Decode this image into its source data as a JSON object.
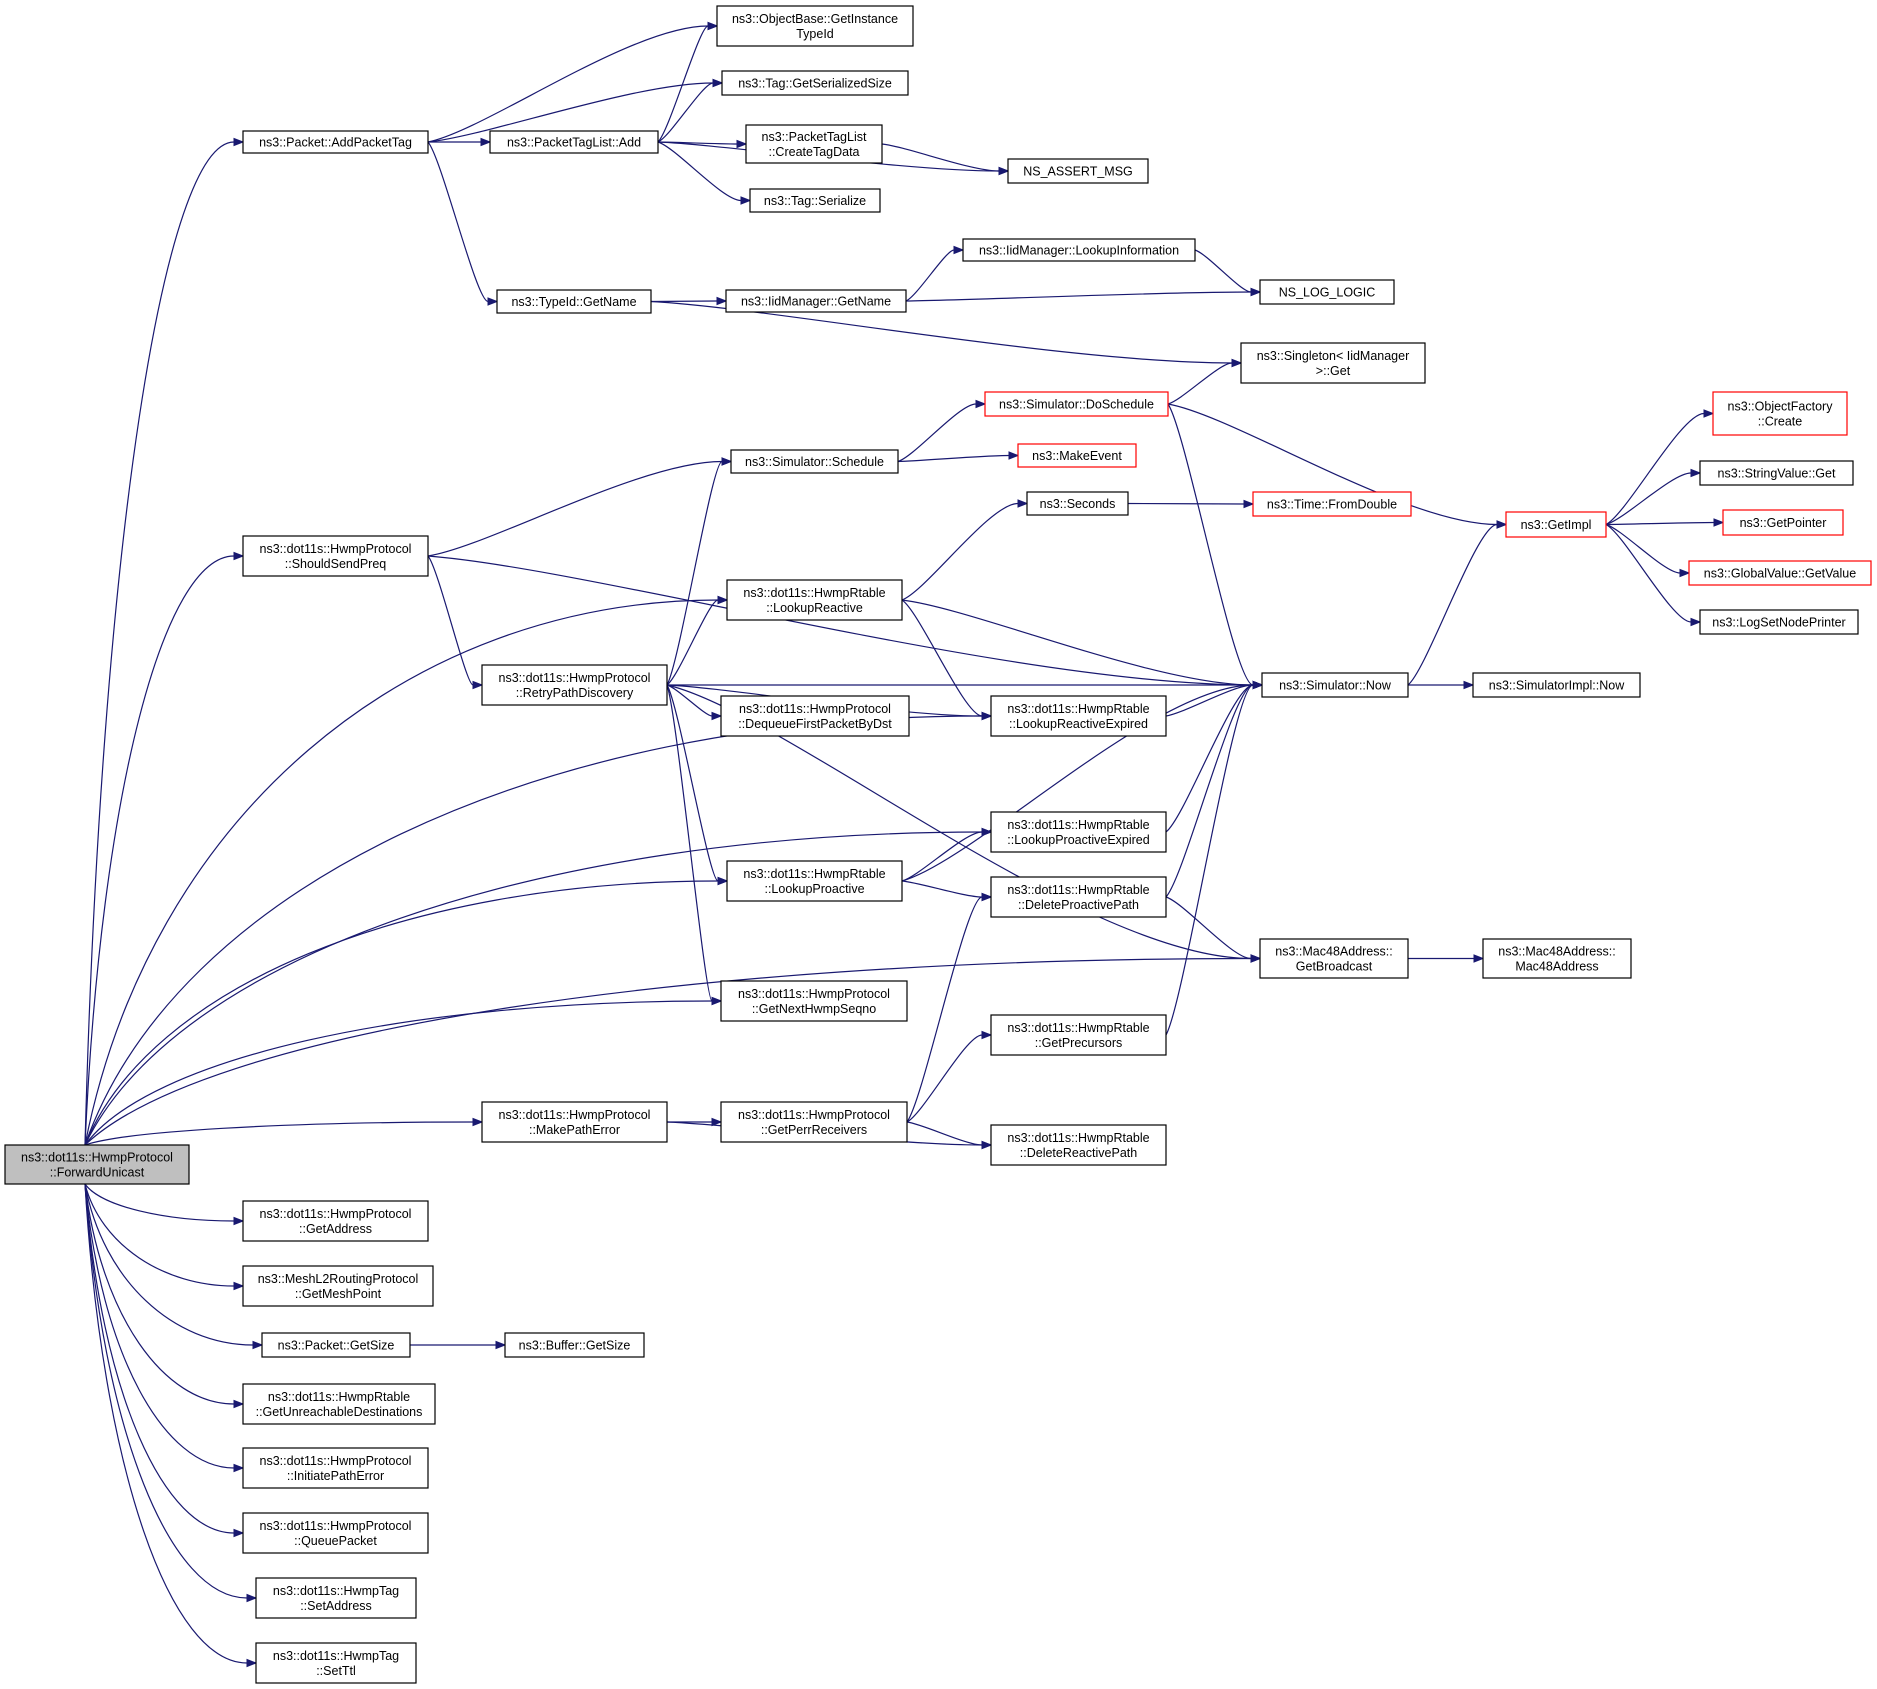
{
  "colors": {
    "edge": "#191970",
    "red_border": "#ff0000",
    "root_fill": "#bfbfbf"
  },
  "nodes": [
    {
      "id": "fwd",
      "lines": [
        "ns3::dot11s::HwmpProtocol",
        "::ForwardUnicast"
      ],
      "root": true
    },
    {
      "id": "addpkt",
      "lines": [
        "ns3::Packet::AddPacketTag"
      ]
    },
    {
      "id": "getinst",
      "lines": [
        "ns3::ObjectBase::GetInstance",
        "TypeId"
      ]
    },
    {
      "id": "tagser",
      "lines": [
        "ns3::Tag::GetSerializedSize"
      ]
    },
    {
      "id": "ptladd",
      "lines": [
        "ns3::PacketTagList::Add"
      ]
    },
    {
      "id": "ptlcreate",
      "lines": [
        "ns3::PacketTagList",
        "::CreateTagData"
      ]
    },
    {
      "id": "assert",
      "lines": [
        "NS_ASSERT_MSG"
      ]
    },
    {
      "id": "tagserialize",
      "lines": [
        "ns3::Tag::Serialize"
      ]
    },
    {
      "id": "lookupinfo",
      "lines": [
        "ns3::IidManager::LookupInformation"
      ]
    },
    {
      "id": "typename",
      "lines": [
        "ns3::TypeId::GetName"
      ]
    },
    {
      "id": "iidname",
      "lines": [
        "ns3::IidManager::GetName"
      ]
    },
    {
      "id": "loglogic",
      "lines": [
        "NS_LOG_LOGIC"
      ]
    },
    {
      "id": "singleton",
      "lines": [
        "ns3::Singleton< IidManager",
        ">::Get"
      ]
    },
    {
      "id": "dosched",
      "lines": [
        "ns3::Simulator::DoSchedule"
      ],
      "red": true
    },
    {
      "id": "objfact",
      "lines": [
        "ns3::ObjectFactory",
        "::Create"
      ],
      "red": true
    },
    {
      "id": "schedule",
      "lines": [
        "ns3::Simulator::Schedule"
      ]
    },
    {
      "id": "makeevent",
      "lines": [
        "ns3::MakeEvent"
      ],
      "red": true
    },
    {
      "id": "stringget",
      "lines": [
        "ns3::StringValue::Get"
      ]
    },
    {
      "id": "seconds",
      "lines": [
        "ns3::Seconds"
      ]
    },
    {
      "id": "fromdouble",
      "lines": [
        "ns3::Time::FromDouble"
      ],
      "red": true
    },
    {
      "id": "getimpl",
      "lines": [
        "ns3::GetImpl"
      ],
      "red": true
    },
    {
      "id": "getpointer",
      "lines": [
        "ns3::GetPointer"
      ],
      "red": true
    },
    {
      "id": "shouldsend",
      "lines": [
        "ns3::dot11s::HwmpProtocol",
        "::ShouldSendPreq"
      ]
    },
    {
      "id": "globalval",
      "lines": [
        "ns3::GlobalValue::GetValue"
      ],
      "red": true
    },
    {
      "id": "lookupreactive",
      "lines": [
        "ns3::dot11s::HwmpRtable",
        "::LookupReactive"
      ]
    },
    {
      "id": "lognode",
      "lines": [
        "ns3::LogSetNodePrinter"
      ]
    },
    {
      "id": "retry",
      "lines": [
        "ns3::dot11s::HwmpProtocol",
        "::RetryPathDiscovery"
      ]
    },
    {
      "id": "dequeue",
      "lines": [
        "ns3::dot11s::HwmpProtocol",
        "::DequeueFirstPacketByDst"
      ]
    },
    {
      "id": "lookupreactexp",
      "lines": [
        "ns3::dot11s::HwmpRtable",
        "::LookupReactiveExpired"
      ]
    },
    {
      "id": "now",
      "lines": [
        "ns3::Simulator::Now"
      ]
    },
    {
      "id": "implnow",
      "lines": [
        "ns3::SimulatorImpl::Now"
      ]
    },
    {
      "id": "lookupproexp",
      "lines": [
        "ns3::dot11s::HwmpRtable",
        "::LookupProactiveExpired"
      ]
    },
    {
      "id": "lookuppro",
      "lines": [
        "ns3::dot11s::HwmpRtable",
        "::LookupProactive"
      ]
    },
    {
      "id": "delpro",
      "lines": [
        "ns3::dot11s::HwmpRtable",
        "::DeleteProactivePath"
      ]
    },
    {
      "id": "bcast",
      "lines": [
        "ns3::Mac48Address::",
        "GetBroadcast"
      ]
    },
    {
      "id": "mac48",
      "lines": [
        "ns3::Mac48Address::",
        "Mac48Address"
      ]
    },
    {
      "id": "nextseq",
      "lines": [
        "ns3::dot11s::HwmpProtocol",
        "::GetNextHwmpSeqno"
      ]
    },
    {
      "id": "precursors",
      "lines": [
        "ns3::dot11s::HwmpRtable",
        "::GetPrecursors"
      ]
    },
    {
      "id": "makeerr",
      "lines": [
        "ns3::dot11s::HwmpProtocol",
        "::MakePathError"
      ]
    },
    {
      "id": "perr",
      "lines": [
        "ns3::dot11s::HwmpProtocol",
        "::GetPerrReceivers"
      ]
    },
    {
      "id": "delreact",
      "lines": [
        "ns3::dot11s::HwmpRtable",
        "::DeleteReactivePath"
      ]
    },
    {
      "id": "getaddr",
      "lines": [
        "ns3::dot11s::HwmpProtocol",
        "::GetAddress"
      ]
    },
    {
      "id": "meshpoint",
      "lines": [
        "ns3::MeshL2RoutingProtocol",
        "::GetMeshPoint"
      ]
    },
    {
      "id": "pktsize",
      "lines": [
        "ns3::Packet::GetSize"
      ]
    },
    {
      "id": "bufsize",
      "lines": [
        "ns3::Buffer::GetSize"
      ]
    },
    {
      "id": "unreach",
      "lines": [
        "ns3::dot11s::HwmpRtable",
        "::GetUnreachableDestinations"
      ]
    },
    {
      "id": "initerr",
      "lines": [
        "ns3::dot11s::HwmpProtocol",
        "::InitiatePathError"
      ]
    },
    {
      "id": "queue",
      "lines": [
        "ns3::dot11s::HwmpProtocol",
        "::QueuePacket"
      ]
    },
    {
      "id": "setaddr",
      "lines": [
        "ns3::dot11s::HwmpTag",
        "::SetAddress"
      ]
    },
    {
      "id": "setttl",
      "lines": [
        "ns3::dot11s::HwmpTag",
        "::SetTtl"
      ]
    }
  ],
  "edges": [
    [
      "fwd",
      "addpkt"
    ],
    [
      "fwd",
      "shouldsend"
    ],
    [
      "fwd",
      "lookupreactive"
    ],
    [
      "fwd",
      "lookupreactexp"
    ],
    [
      "fwd",
      "lookupproexp"
    ],
    [
      "fwd",
      "lookuppro"
    ],
    [
      "fwd",
      "nextseq"
    ],
    [
      "fwd",
      "makeerr"
    ],
    [
      "fwd",
      "bcast"
    ],
    [
      "fwd",
      "getaddr"
    ],
    [
      "fwd",
      "meshpoint"
    ],
    [
      "fwd",
      "pktsize"
    ],
    [
      "fwd",
      "unreach"
    ],
    [
      "fwd",
      "initerr"
    ],
    [
      "fwd",
      "queue"
    ],
    [
      "fwd",
      "setaddr"
    ],
    [
      "fwd",
      "setttl"
    ],
    [
      "addpkt",
      "getinst"
    ],
    [
      "addpkt",
      "tagser"
    ],
    [
      "addpkt",
      "ptladd"
    ],
    [
      "addpkt",
      "typename"
    ],
    [
      "ptladd",
      "getinst"
    ],
    [
      "ptladd",
      "tagser"
    ],
    [
      "ptladd",
      "ptlcreate"
    ],
    [
      "ptladd",
      "tagserialize"
    ],
    [
      "ptladd",
      "assert"
    ],
    [
      "ptlcreate",
      "assert"
    ],
    [
      "typename",
      "iidname"
    ],
    [
      "typename",
      "singleton"
    ],
    [
      "iidname",
      "lookupinfo"
    ],
    [
      "iidname",
      "loglogic"
    ],
    [
      "lookupinfo",
      "loglogic"
    ],
    [
      "dosched",
      "singleton"
    ],
    [
      "dosched",
      "now"
    ],
    [
      "dosched",
      "getimpl"
    ],
    [
      "schedule",
      "dosched"
    ],
    [
      "schedule",
      "makeevent"
    ],
    [
      "shouldsend",
      "schedule"
    ],
    [
      "shouldsend",
      "now"
    ],
    [
      "shouldsend",
      "retry"
    ],
    [
      "seconds",
      "fromdouble"
    ],
    [
      "lookupreactive",
      "seconds"
    ],
    [
      "lookupreactive",
      "now"
    ],
    [
      "lookupreactive",
      "lookupreactexp"
    ],
    [
      "retry",
      "schedule"
    ],
    [
      "retry",
      "lookupreactive"
    ],
    [
      "retry",
      "now"
    ],
    [
      "retry",
      "dequeue"
    ],
    [
      "retry",
      "lookupreactexp"
    ],
    [
      "retry",
      "lookuppro"
    ],
    [
      "retry",
      "nextseq"
    ],
    [
      "retry",
      "bcast"
    ],
    [
      "lookupreactexp",
      "now"
    ],
    [
      "getimpl",
      "objfact"
    ],
    [
      "getimpl",
      "stringget"
    ],
    [
      "getimpl",
      "getpointer"
    ],
    [
      "getimpl",
      "globalval"
    ],
    [
      "getimpl",
      "lognode"
    ],
    [
      "now",
      "getimpl"
    ],
    [
      "now",
      "implnow"
    ],
    [
      "lookuppro",
      "now"
    ],
    [
      "lookuppro",
      "lookupproexp"
    ],
    [
      "lookuppro",
      "delpro"
    ],
    [
      "lookupproexp",
      "now"
    ],
    [
      "delpro",
      "now"
    ],
    [
      "delpro",
      "bcast"
    ],
    [
      "bcast",
      "mac48"
    ],
    [
      "precursors",
      "now"
    ],
    [
      "makeerr",
      "perr"
    ],
    [
      "makeerr",
      "delreact"
    ],
    [
      "perr",
      "delpro"
    ],
    [
      "perr",
      "precursors"
    ],
    [
      "perr",
      "delreact"
    ],
    [
      "pktsize",
      "bufsize"
    ]
  ]
}
